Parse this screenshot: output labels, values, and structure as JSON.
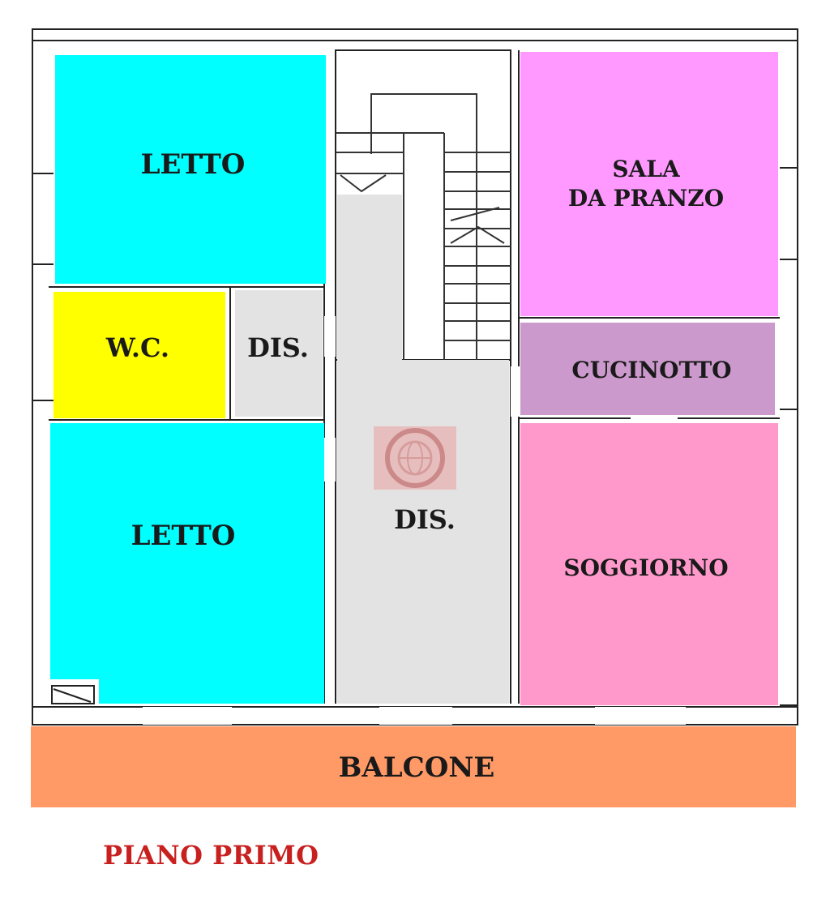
{
  "colors": {
    "letto": "#00ffff",
    "wc": "#ffff00",
    "dis": "#e3e3e3",
    "sala": "#ff99ff",
    "cucinotto": "#cc99cc",
    "soggiorno": "#ff99cc",
    "balcone": "#ff9966",
    "title": "#c8201f",
    "wall": "#222222"
  },
  "rooms": {
    "letto_top": {
      "label": "LETTO"
    },
    "wc": {
      "label": "W.C."
    },
    "dis_small": {
      "label": "DIS."
    },
    "letto_bottom": {
      "label": "LETTO"
    },
    "dis_hall": {
      "label": "DIS."
    },
    "sala": {
      "label_line1": "SALA",
      "label_line2": "DA PRANZO"
    },
    "cucinotto": {
      "label": "CUCINOTTO"
    },
    "soggiorno": {
      "label": "SOGGIORNO"
    },
    "balcone": {
      "label": "BALCONE"
    }
  },
  "watermark_icon": "globe-logo-icon",
  "title": "PIANO PRIMO"
}
